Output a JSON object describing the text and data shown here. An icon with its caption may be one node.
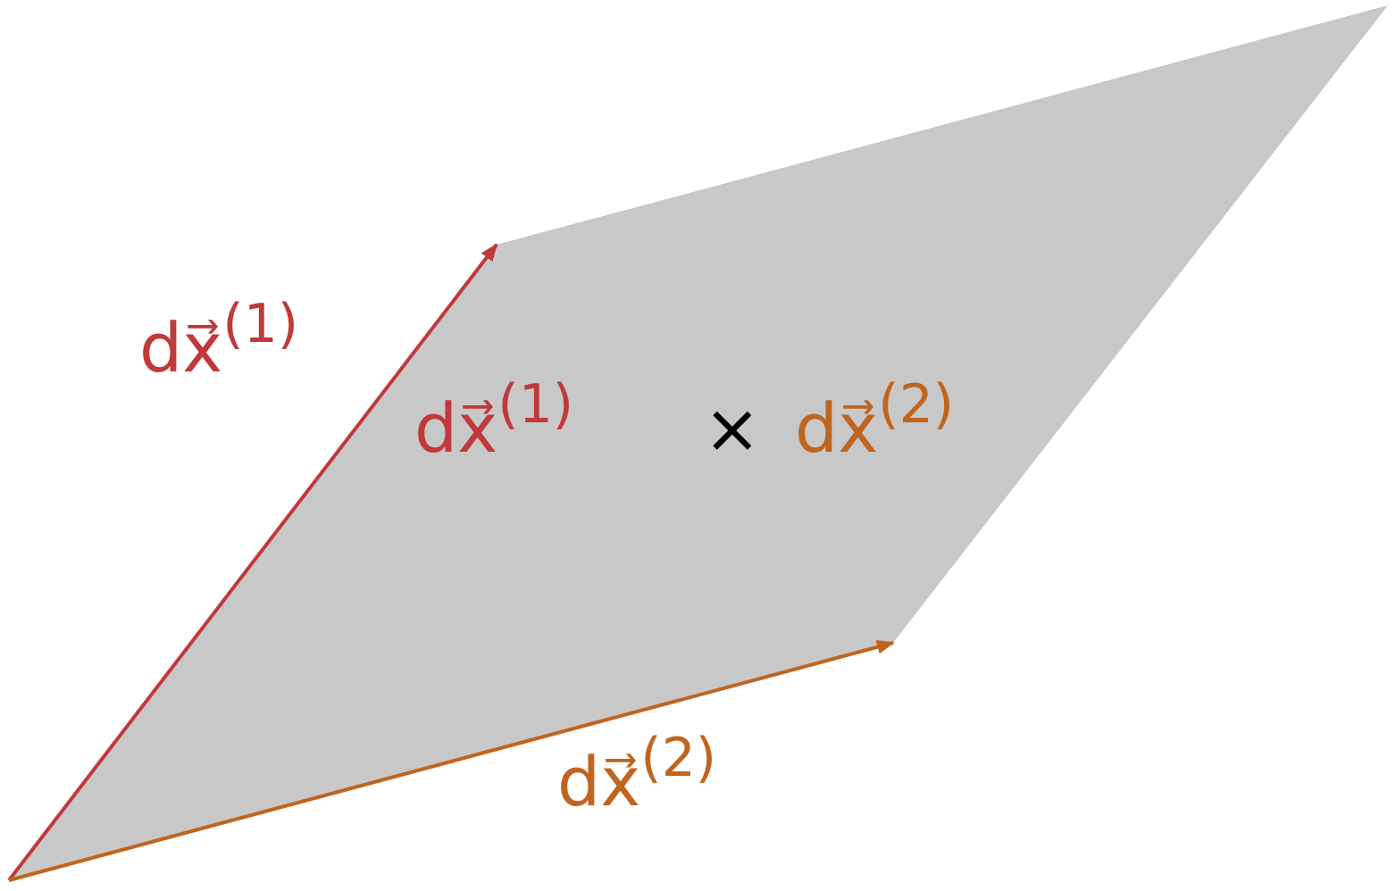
{
  "diagram": {
    "labels": [
      "dx⃗$^{(1)}$",
      "dx⃗$^{(1)}$",
      "×",
      "dx⃗$^{(2)}$",
      "dx⃗$^{(2)}$"
    ]
  }
}
